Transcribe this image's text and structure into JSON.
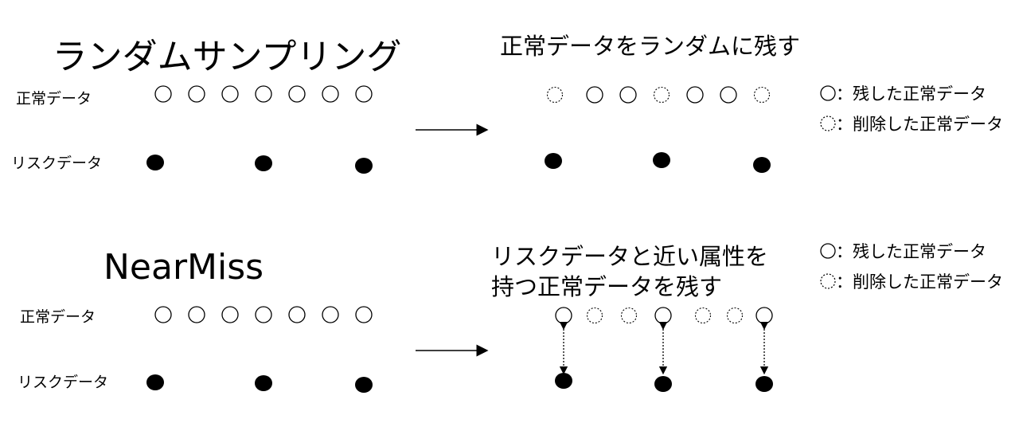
{
  "random_sampling": {
    "title": "ランダムサンプリング",
    "normal_label": "正常データ",
    "risk_label": "リスクデータ",
    "result_title": "正常データをランダムに残す",
    "before_normal": [
      "kept",
      "kept",
      "kept",
      "kept",
      "kept",
      "kept",
      "kept"
    ],
    "after_normal": [
      "deleted",
      "kept",
      "kept",
      "deleted",
      "kept",
      "kept",
      "deleted"
    ],
    "legend": {
      "kept": "：残した正常データ",
      "deleted": "：削除した正常データ"
    }
  },
  "nearmiss": {
    "title": "NearMiss",
    "normal_label": "正常データ",
    "risk_label": "リスクデータ",
    "result_title_line1": "リスクデータと近い属性を",
    "result_title_line2": "持つ正常データを残す",
    "before_normal": [
      "kept",
      "kept",
      "kept",
      "kept",
      "kept",
      "kept",
      "kept"
    ],
    "after_normal": [
      "kept",
      "deleted",
      "deleted",
      "kept",
      "deleted",
      "deleted",
      "kept"
    ],
    "legend": {
      "kept": "：残した正常データ",
      "deleted": "：削除した正常データ"
    }
  }
}
